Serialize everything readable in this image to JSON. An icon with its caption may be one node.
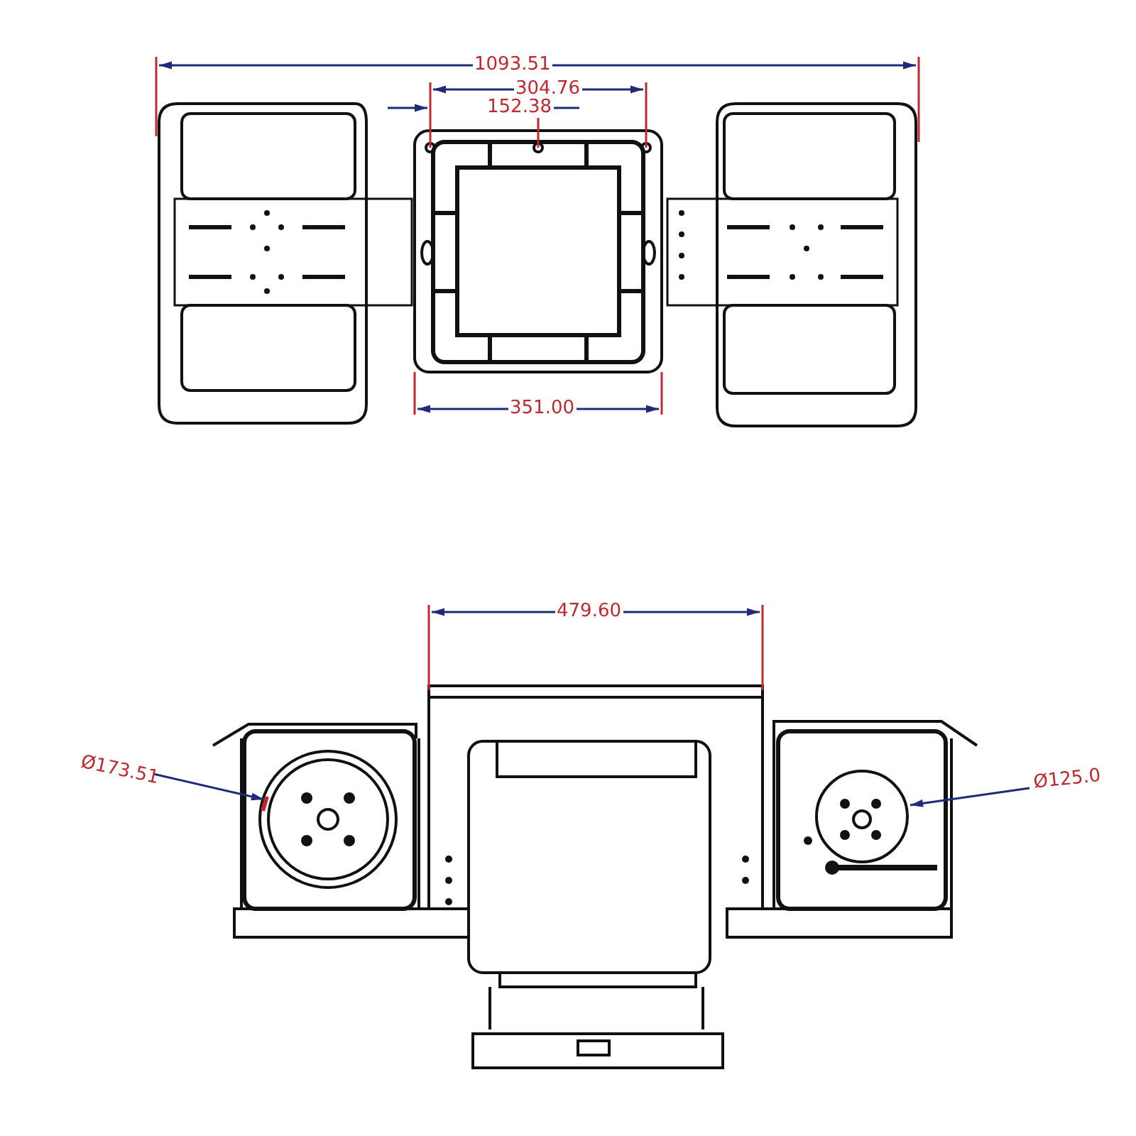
{
  "diagram": {
    "labels": [
      "1093.51",
      "304.76",
      "152.38",
      "351.00",
      "479.60",
      "Ø173.51",
      "Ø125.0"
    ]
  }
}
